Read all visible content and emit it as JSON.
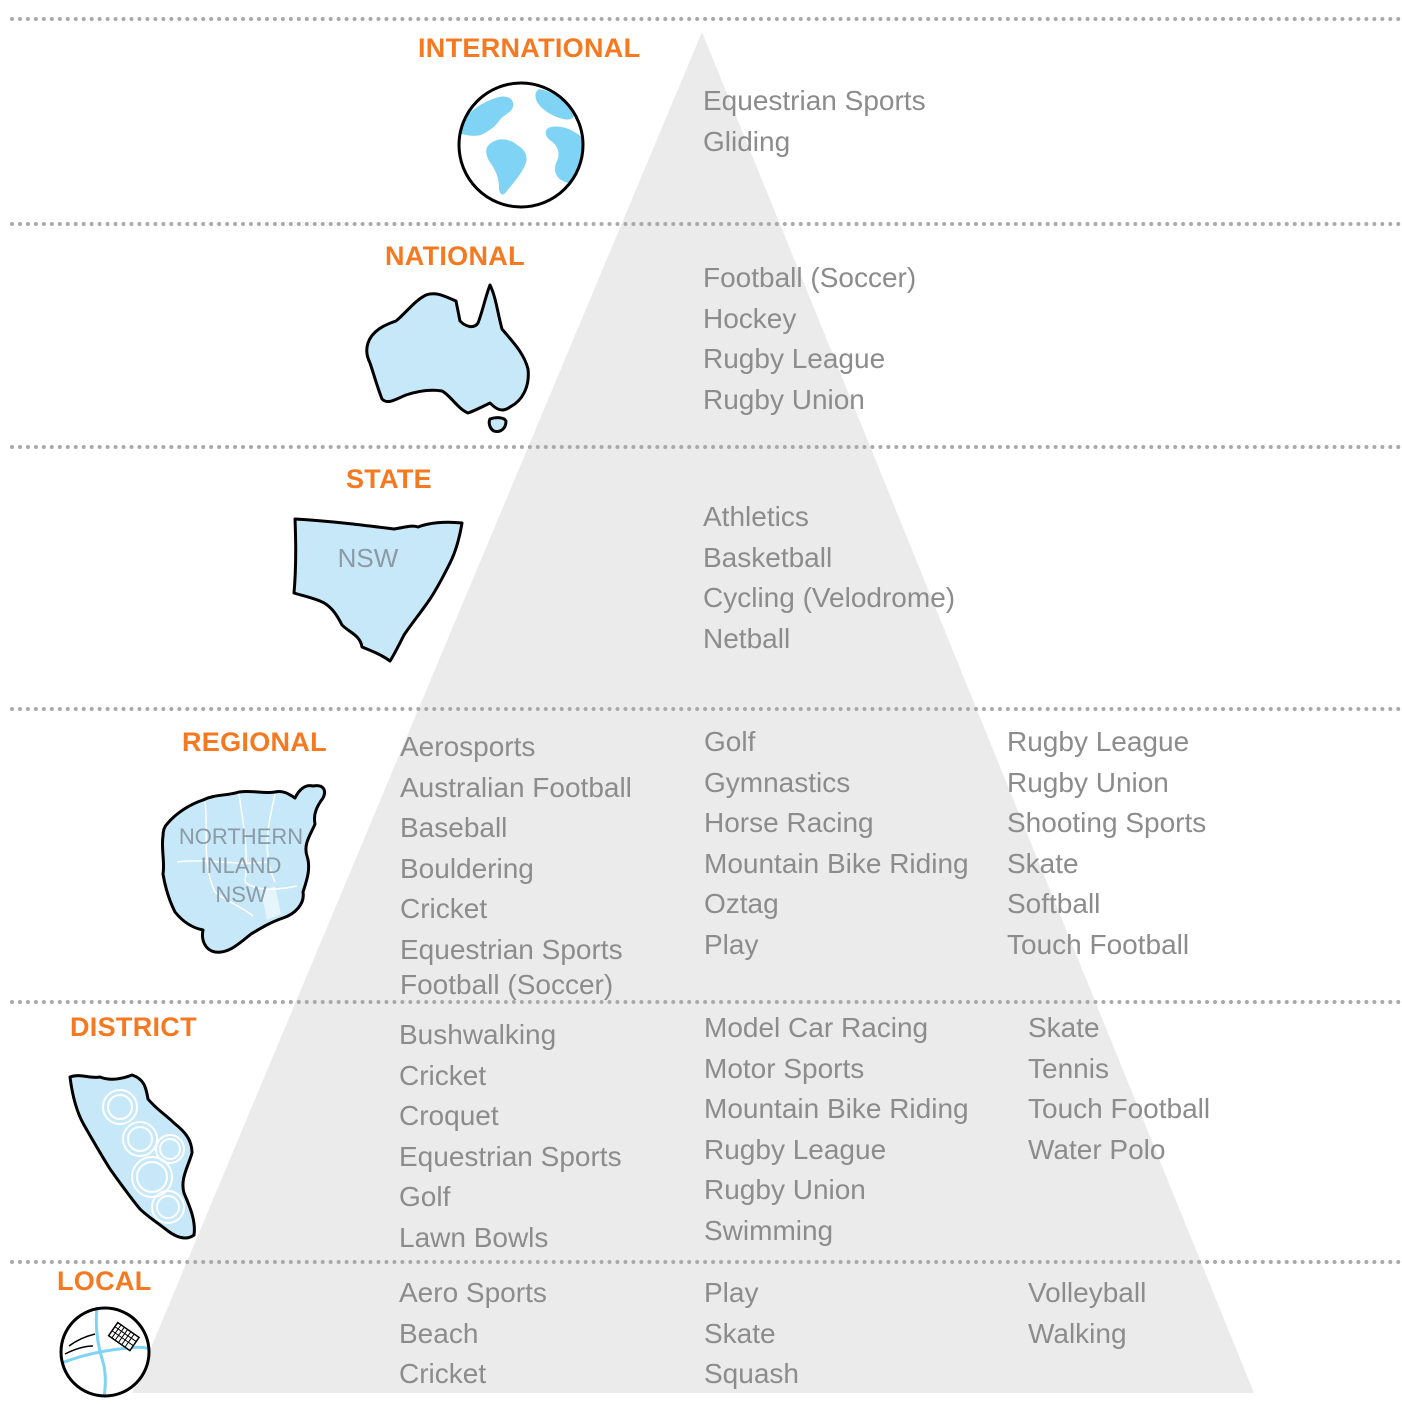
{
  "colors": {
    "heading": "#f47920",
    "text": "#8c8c8c",
    "pyramid": "#ebebeb",
    "map_fill": "#c6e8f8",
    "globe_land": "#7fd3f4"
  },
  "tiers": {
    "international": {
      "title": "INTERNATIONAL",
      "icon": "globe-icon",
      "sports": [
        "Equestrian Sports",
        "Gliding"
      ]
    },
    "national": {
      "title": "NATIONAL",
      "icon": "australia-map-icon",
      "sports": [
        "Football (Soccer)",
        "Hockey",
        "Rugby League",
        "Rugby Union"
      ]
    },
    "state": {
      "title": "STATE",
      "icon": "nsw-map-icon",
      "map_label": "NSW",
      "sports": [
        "Athletics",
        "Basketball",
        "Cycling (Velodrome)",
        "Netball"
      ]
    },
    "regional": {
      "title": "REGIONAL",
      "icon": "northern-inland-map-icon",
      "map_label": [
        "NORTHERN",
        "INLAND",
        "NSW"
      ],
      "columns": [
        [
          "Aerosports",
          "Australian Football",
          "Baseball",
          "Bouldering",
          "Cricket",
          "Equestrian Sports",
          "Football (Soccer)"
        ],
        [
          "Golf",
          "Gymnastics",
          "Horse Racing",
          "Mountain Bike Riding",
          "Oztag",
          "Play"
        ],
        [
          "Rugby League",
          "Rugby Union",
          "Shooting Sports",
          "Skate",
          "Softball",
          "Touch Football"
        ]
      ]
    },
    "district": {
      "title": "DISTRICT",
      "icon": "district-map-icon",
      "columns": [
        [
          "Bushwalking",
          "Cricket",
          "Croquet",
          "Equestrian Sports",
          "Golf",
          "Lawn Bowls"
        ],
        [
          "Model Car Racing",
          "Motor Sports",
          "Mountain Bike Riding",
          "Rugby League",
          "Rugby Union",
          "Swimming"
        ],
        [
          "Skate",
          "Tennis",
          "Touch Football",
          "Water Polo"
        ]
      ]
    },
    "local": {
      "title": "LOCAL",
      "icon": "local-map-icon",
      "columns": [
        [
          "Aero Sports",
          "Beach",
          "Cricket"
        ],
        [
          "Play",
          "Skate",
          "Squash"
        ],
        [
          "Volleyball",
          "Walking"
        ]
      ]
    }
  }
}
